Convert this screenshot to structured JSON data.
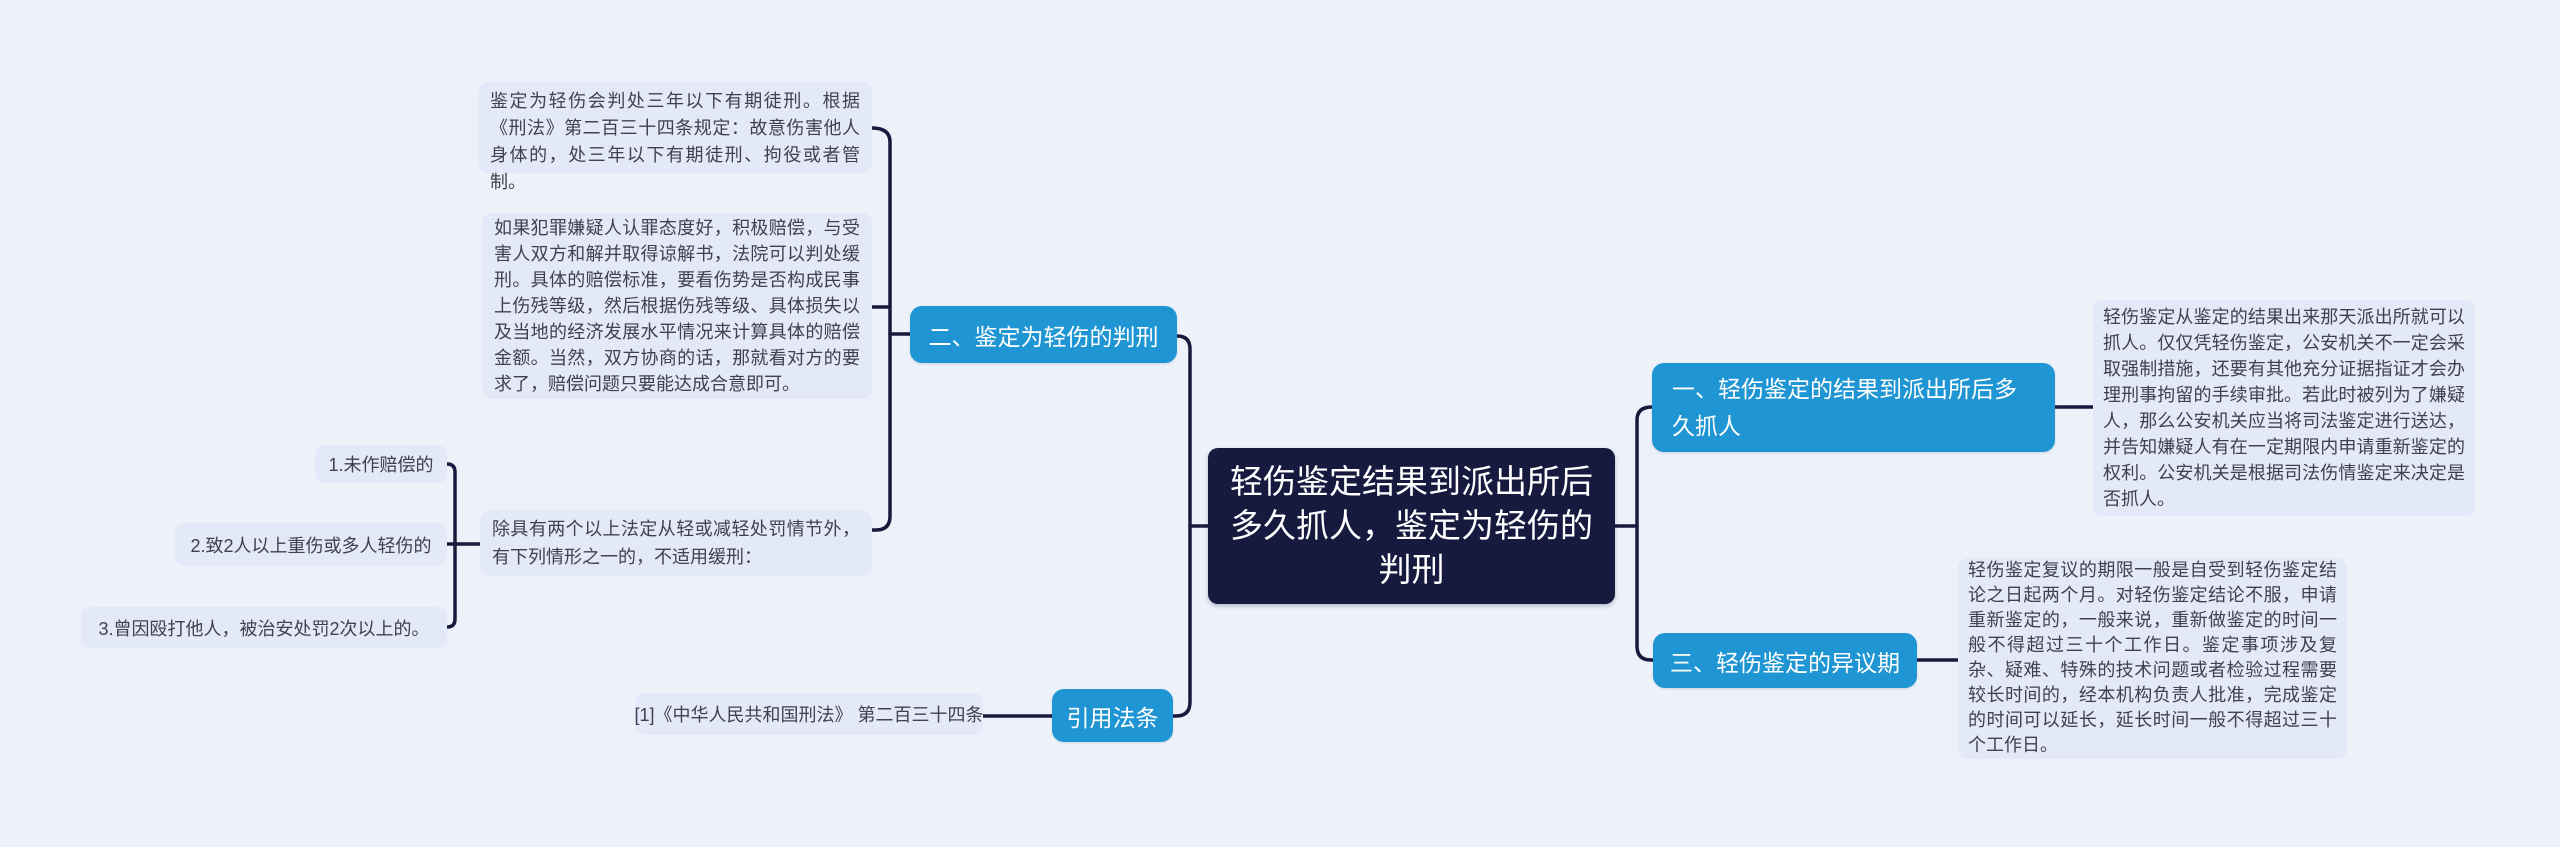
{
  "colors": {
    "background": "#EDF1FA",
    "note_bg": "#E3E9F8",
    "node_blue": "#1F96D3",
    "central_navy": "#171A3F",
    "connector": "#171A3C"
  },
  "mindmap": {
    "central": "轻伤鉴定结果到派出所后多久抓人，鉴定为轻伤的判刑",
    "branch_arrest": {
      "label": "一、轻伤鉴定的结果到派出所后多久抓人",
      "note": "轻伤鉴定从鉴定的结果出来那天派出所就可以抓人。仅仅凭轻伤鉴定，公安机关不一定会采取强制措施，还要有其他充分证据指证才会办理刑事拘留的手续审批。若此时被列为了嫌疑人，那么公安机关应当将司法鉴定进行送达，并告知嫌疑人有在一定期限内申请重新鉴定的权利。公安机关是根据司法伤情鉴定来决定是否抓人。"
    },
    "branch_sentence": {
      "label": "二、鉴定为轻伤的判刑",
      "note_penalty": "鉴定为轻伤会判处三年以下有期徒刑。根据《刑法》第二百三十四条规定：故意伤害他人身体的，处三年以下有期徒刑、拘役或者管制。",
      "note_compensation": "如果犯罪嫌疑人认罪态度好，积极赔偿，与受害人双方和解并取得谅解书，法院可以判处缓刑。具体的赔偿标准，要看伤势是否构成民事上伤残等级，然后根据伤残等级、具体损失以及当地的经济发展水平情况来计算具体的赔偿金额。当然，双方协商的话，那就看对方的要求了，赔偿问题只要能达成合意即可。",
      "note_no_probation": "除具有两个以上法定从轻或减轻处罚情节外，有下列情形之一的，不适用缓刑：",
      "items": [
        "1.未作赔偿的",
        "2.致2人以上重伤或多人轻伤的",
        "3.曾因殴打他人，被治安处罚2次以上的。"
      ]
    },
    "branch_objection": {
      "label": "三、轻伤鉴定的异议期",
      "note": "轻伤鉴定复议的期限一般是自受到轻伤鉴定结论之日起两个月。对轻伤鉴定结论不服，申请重新鉴定的，一般来说，重新做鉴定的时间一般不得超过三十个工作日。鉴定事项涉及复杂、疑难、特殊的技术问题或者检验过程需要较长时间的，经本机构负责人批准，完成鉴定的时间可以延长，延长时间一般不得超过三十个工作日。"
    },
    "citation": {
      "label": "引用法条",
      "text": "[1]《中华人民共和国刑法》 第二百三十四条"
    }
  }
}
